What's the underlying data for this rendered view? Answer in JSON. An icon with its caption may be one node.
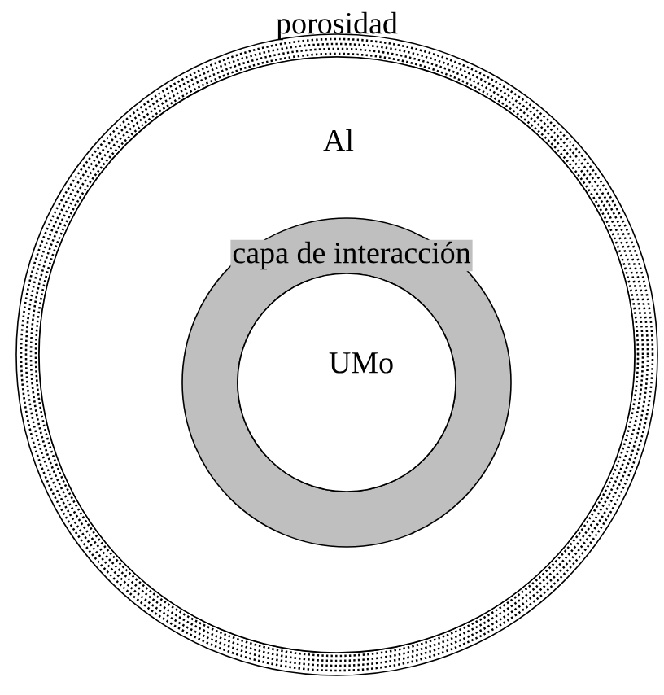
{
  "diagram": {
    "nodes": [
      {
        "text": [
          "porosidad"
        ]
      },
      {
        "text": [
          "Al"
        ],
        "in": 0
      },
      {
        "text": [
          "capa de interacción"
        ],
        "in": 1
      },
      {
        "text": [
          "UMo"
        ],
        "in": 2
      }
    ]
  }
}
